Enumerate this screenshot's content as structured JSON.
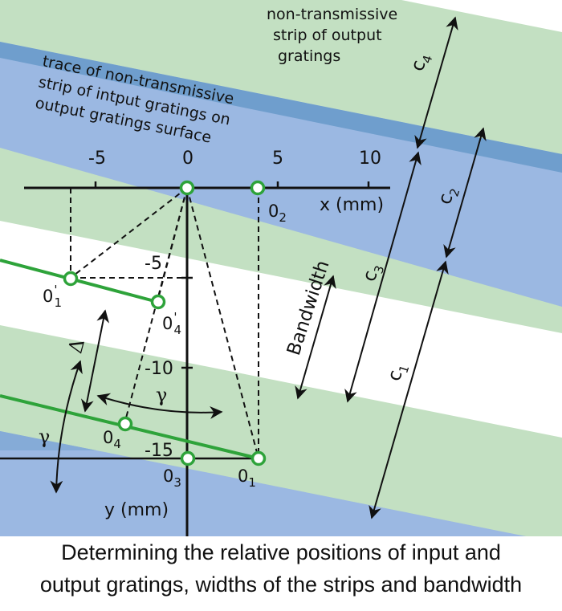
{
  "labels": {
    "output_strip": [
      "non-transmissive",
      "strip of output",
      "gratings"
    ],
    "input_trace": [
      "trace of non-transmissive",
      "strip of intput gratings on",
      "output gratings surface"
    ],
    "x_axis": "x (mm)",
    "y_axis": "y (mm)",
    "bandwidth": "Bandwidth",
    "delta": "Δ",
    "gamma": "γ"
  },
  "x_ticks": [
    "-5",
    "0",
    "5",
    "10"
  ],
  "y_ticks": [
    "-5",
    "-10",
    "-15"
  ],
  "points": {
    "o1": "0",
    "o1_sub": "1",
    "o2": "0",
    "o2_sub": "2",
    "o3": "0",
    "o3_sub": "3",
    "o4": "0",
    "o4_sub": "4",
    "o1p": "0",
    "o1p_sub": "1",
    "o1p_prime": "'",
    "o4p": "0",
    "o4p_sub": "4",
    "o4p_prime": "'"
  },
  "widths": {
    "c1": "c",
    "c1_sub": "1",
    "c2": "c",
    "c2_sub": "2",
    "c3": "c",
    "c3_sub": "3",
    "c4": "c",
    "c4_sub": "4"
  },
  "caption": [
    "Determining the relative positions of input and",
    "output gratings, widths of the strips and bandwidth"
  ],
  "colors": {
    "green_strip": "#c3e0c2",
    "blue_strip": "#9bb8e2",
    "overlap": "#6f9ecd",
    "grating_line": "#2ea33a"
  }
}
